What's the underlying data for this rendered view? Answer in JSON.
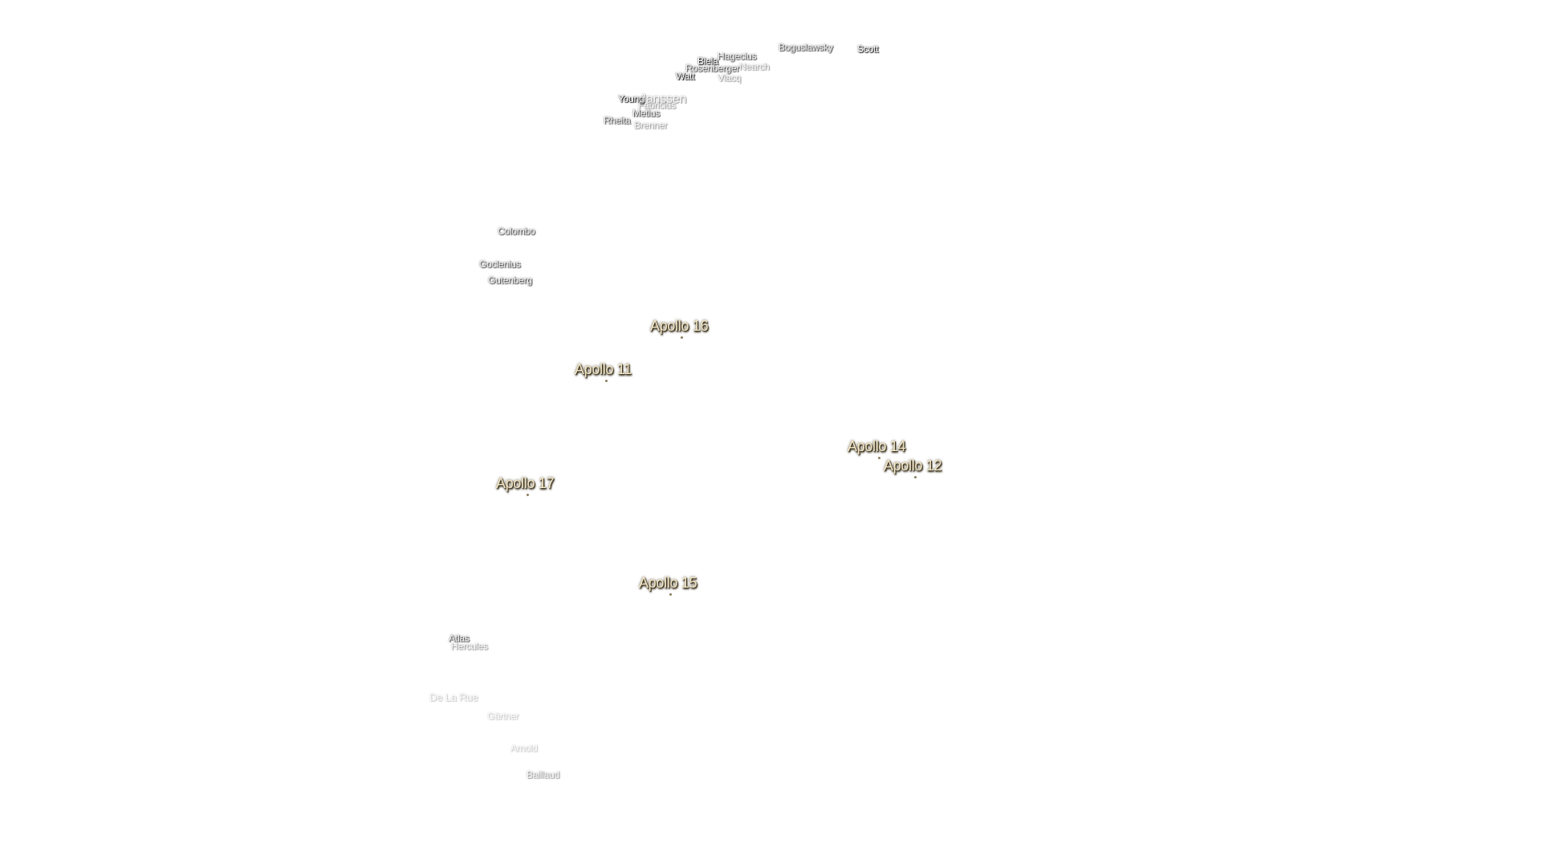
{
  "map": {
    "craters": [
      {
        "id": "boguslawsky",
        "name": "Boguslawsky"
      },
      {
        "id": "scott",
        "name": "Scott"
      },
      {
        "id": "hagecius",
        "name": "Hagecius"
      },
      {
        "id": "biela",
        "name": "Biela"
      },
      {
        "id": "rosenberger",
        "name": "Rosenberger"
      },
      {
        "id": "nearch",
        "name": "Nearch"
      },
      {
        "id": "watt",
        "name": "Watt"
      },
      {
        "id": "vlacq",
        "name": "Vlacq"
      },
      {
        "id": "young",
        "name": "Young"
      },
      {
        "id": "janssen",
        "name": "Janssen"
      },
      {
        "id": "fabricius",
        "name": "Fabricius"
      },
      {
        "id": "metius",
        "name": "Metius"
      },
      {
        "id": "rheita",
        "name": "Rheita"
      },
      {
        "id": "brenner",
        "name": "Brenner"
      },
      {
        "id": "colombo",
        "name": "Colombo"
      },
      {
        "id": "goclenius",
        "name": "Goclenius"
      },
      {
        "id": "gutenberg",
        "name": "Gutenberg"
      },
      {
        "id": "atlas",
        "name": "Atlas"
      },
      {
        "id": "hercules",
        "name": "Hercules"
      },
      {
        "id": "de-la-rue",
        "name": "De La Rue"
      },
      {
        "id": "gartner",
        "name": "Gärtner"
      },
      {
        "id": "arnold",
        "name": "Arnold"
      },
      {
        "id": "baillaud",
        "name": "Baillaud"
      }
    ],
    "landing_sites": [
      {
        "id": "apollo-16",
        "name": "Apollo 16"
      },
      {
        "id": "apollo-11",
        "name": "Apollo 11"
      },
      {
        "id": "apollo-14",
        "name": "Apollo 14"
      },
      {
        "id": "apollo-12",
        "name": "Apollo 12"
      },
      {
        "id": "apollo-17",
        "name": "Apollo 17"
      },
      {
        "id": "apollo-15",
        "name": "Apollo 15"
      }
    ],
    "colors": {
      "background": "#ffffff",
      "crater_label": "#f4f4f4",
      "landing_label": "#f3e6c6"
    }
  }
}
